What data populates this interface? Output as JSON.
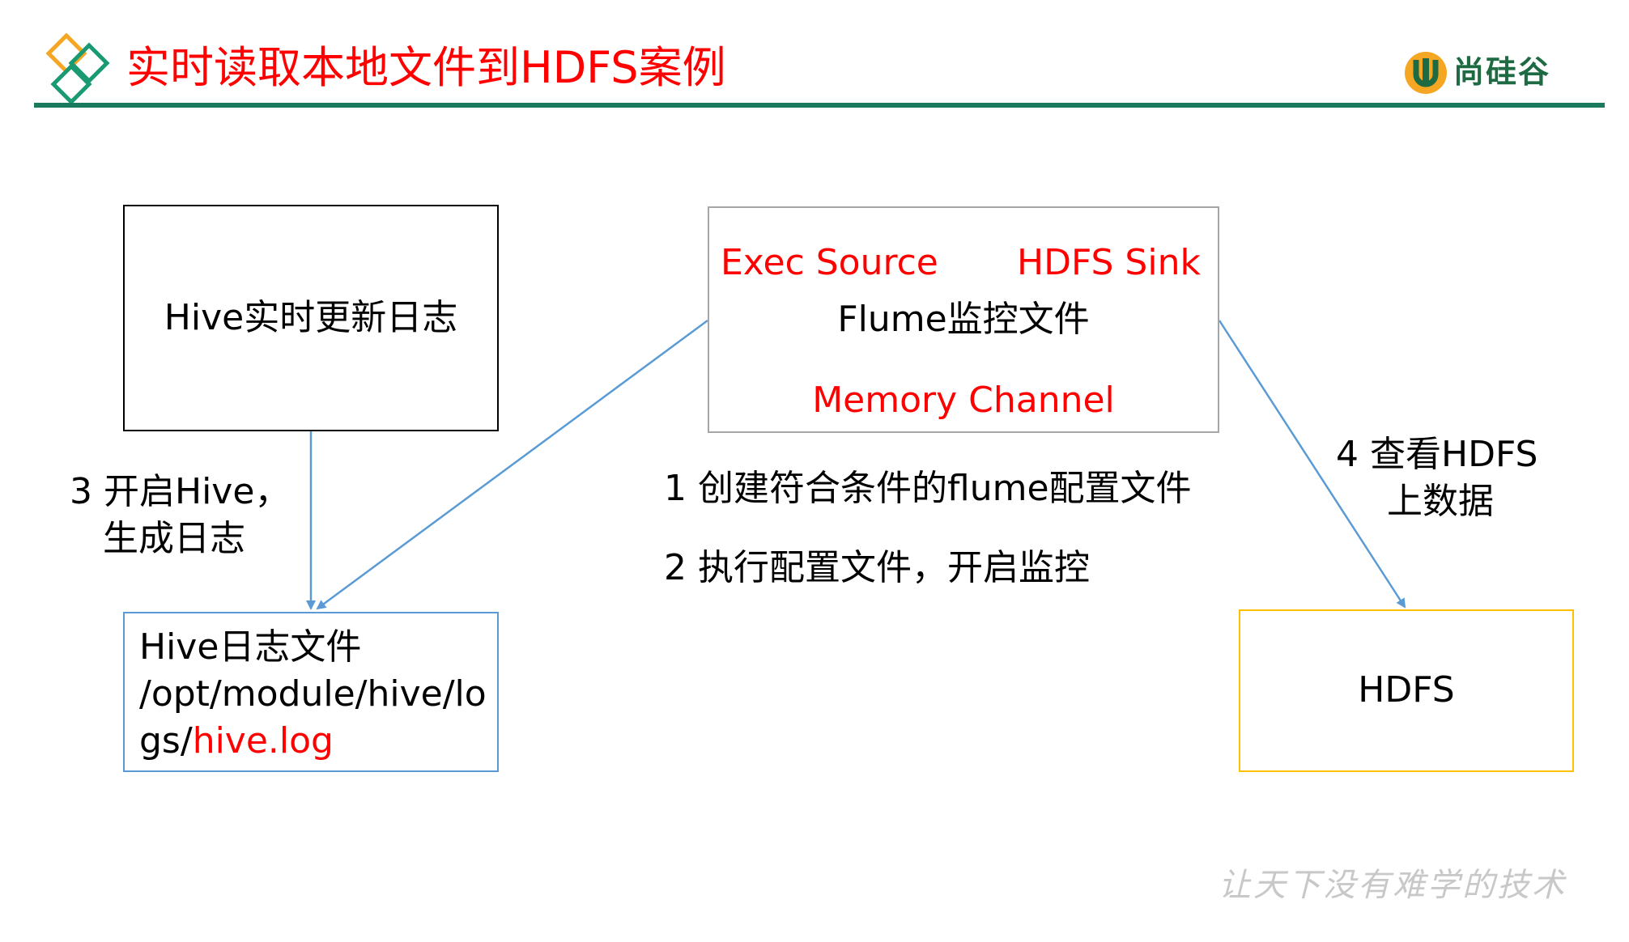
{
  "header": {
    "title": "实时读取本地文件到HDFS案例",
    "logo_text": "尚硅谷"
  },
  "nodes": {
    "hive": {
      "label": "Hive实时更新日志"
    },
    "flume": {
      "source_label": "Exec Source",
      "sink_label": "HDFS Sink",
      "center_label": "Flume监控文件",
      "channel_label": "Memory Channel"
    },
    "log_file": {
      "line1": "Hive日志文件",
      "line2": "/opt/module/hive/lo",
      "line3_prefix": "gs/",
      "line3_highlight": "hive.log"
    },
    "hdfs": {
      "label": "HDFS"
    }
  },
  "steps": {
    "step3_line1": "3 开启Hive，",
    "step3_line2": "生成日志",
    "step1": "1 创建符合条件的flume配置文件",
    "step2": "2 执行配置文件，开启监控",
    "step4_line1": "4 查看HDFS",
    "step4_line2": "上数据"
  },
  "footer": {
    "slogan": "让天下没有难学的技术"
  },
  "colors": {
    "title_red": "#ff0000",
    "rule_green": "#1a7a5e",
    "arrow_blue": "#5b9bd5",
    "hdfs_border": "#ffc000",
    "flume_border": "#a6a6a6"
  }
}
